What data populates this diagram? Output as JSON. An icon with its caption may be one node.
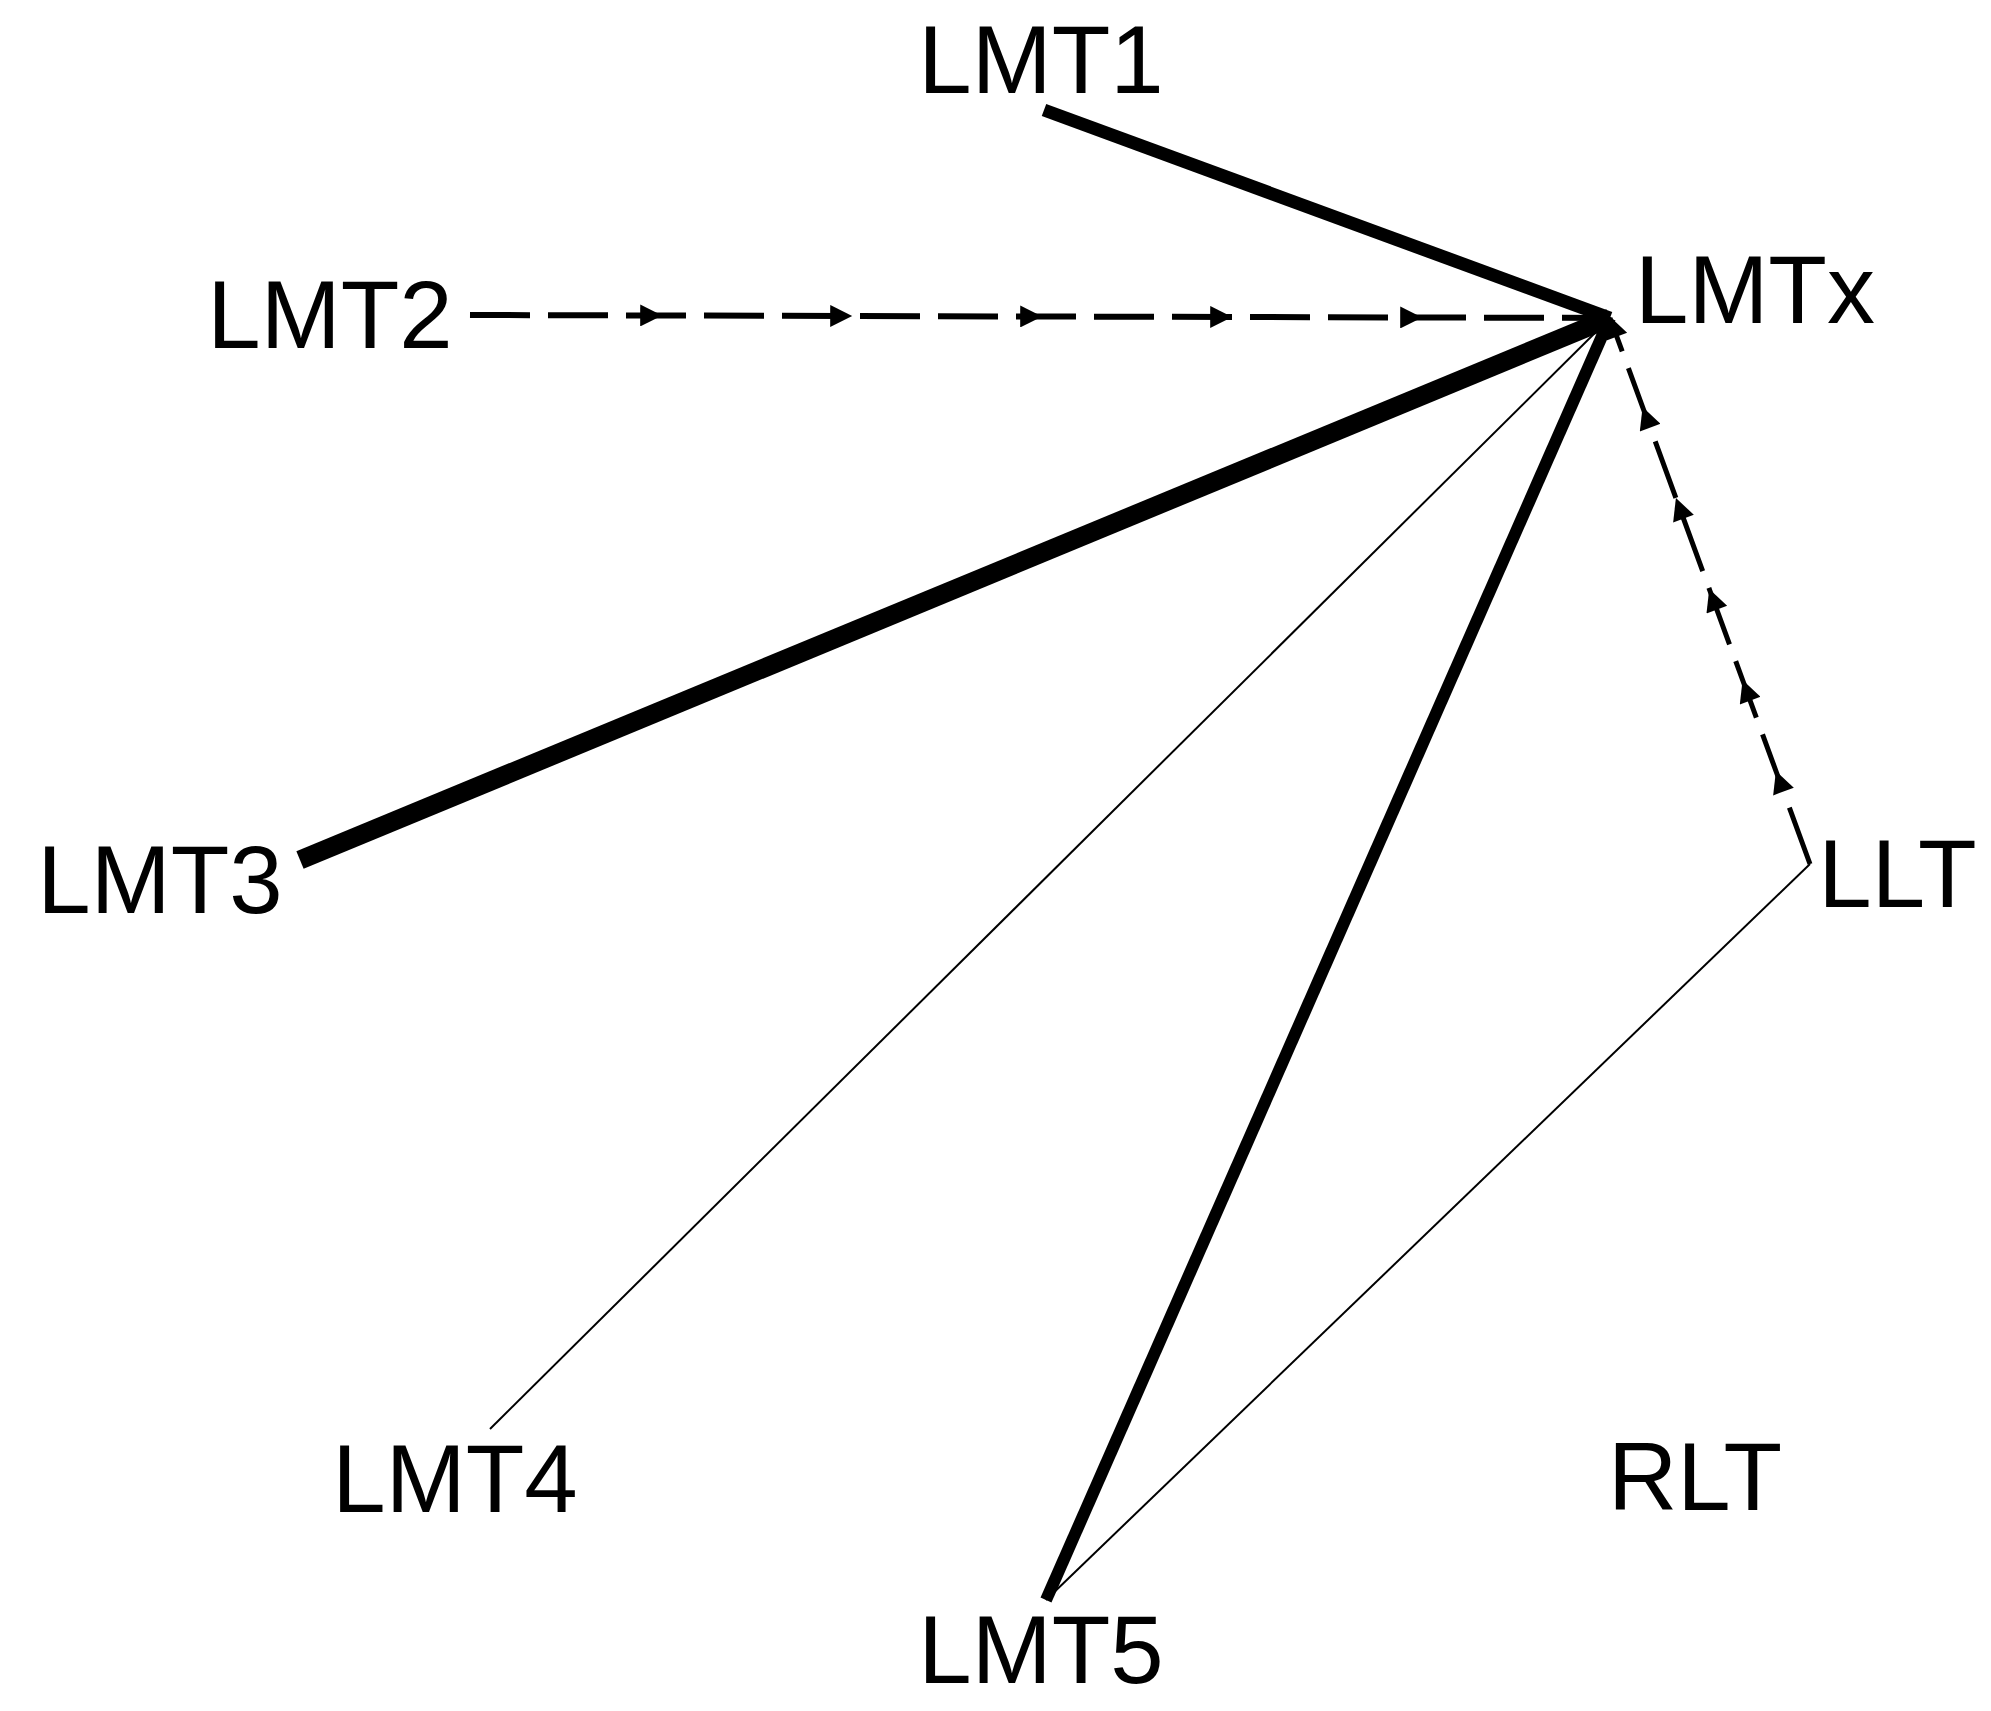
{
  "diagram": {
    "nodes": [
      {
        "text": [
          "LMT1"
        ]
      },
      {
        "text": [
          "LMTx"
        ]
      },
      {
        "text": [
          "LMT2"
        ]
      },
      {
        "text": [
          "LMT3"
        ]
      },
      {
        "text": [
          "LLT"
        ]
      },
      {
        "text": [
          "LMT4"
        ]
      },
      {
        "text": [
          "RLT"
        ]
      },
      {
        "text": [
          "LMT5"
        ]
      }
    ],
    "edges": [
      {
        "from": 0,
        "to": 1,
        "arrow": "none",
        "style": "thick"
      },
      {
        "from": 2,
        "to": 1,
        "arrow": "to",
        "style": "dashed"
      },
      {
        "from": 3,
        "to": 1,
        "arrow": "none",
        "style": "thick"
      },
      {
        "from": 5,
        "to": 1,
        "arrow": "none"
      },
      {
        "from": 7,
        "to": 1,
        "arrow": "none",
        "style": "thick"
      },
      {
        "from": 4,
        "to": 1,
        "arrow": "to",
        "style": "dashed"
      },
      {
        "from": 4,
        "to": 7,
        "arrow": "none"
      }
    ]
  }
}
